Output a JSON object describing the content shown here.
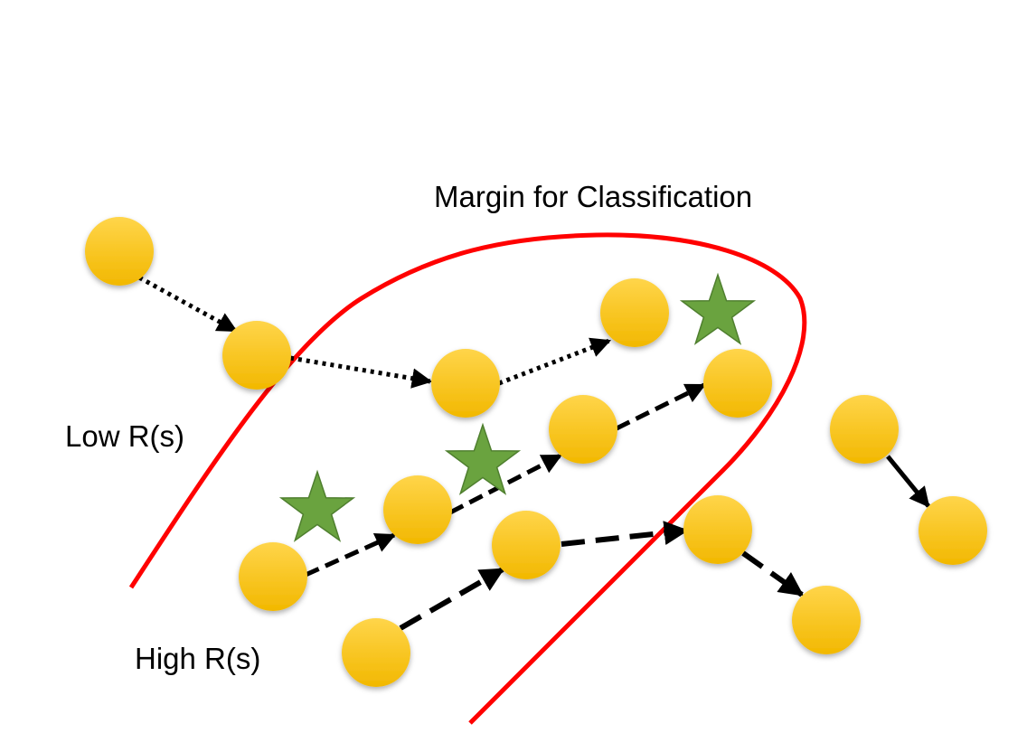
{
  "labels": {
    "title": "Margin for Classification",
    "low": "Low R(s)",
    "high": "High R(s)"
  },
  "colors": {
    "node_top": "#ffd54a",
    "node_bottom": "#f2b800",
    "star_fill": "#6aa33f",
    "star_stroke": "#4f7f2f",
    "margin_curve": "#ff0000",
    "arrow": "#000000"
  }
}
